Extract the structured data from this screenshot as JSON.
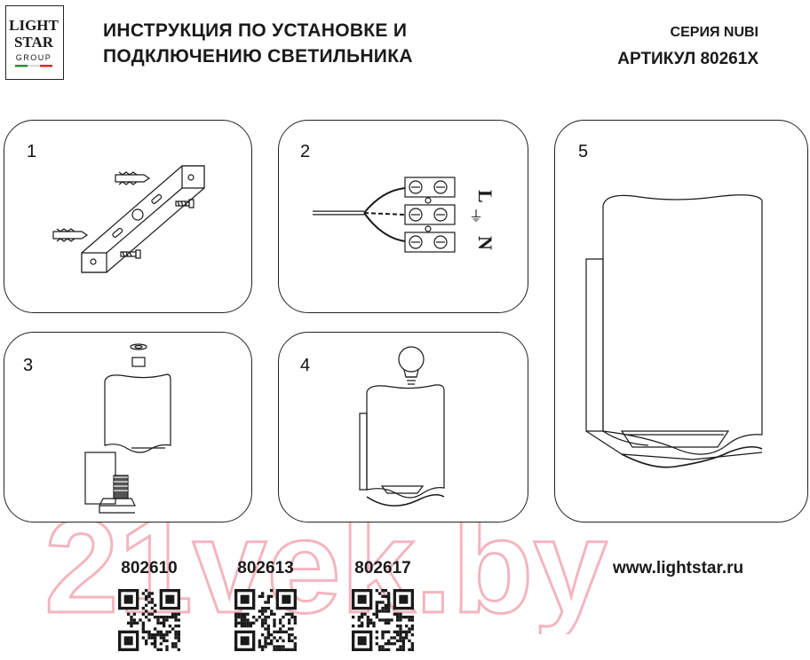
{
  "logo": {
    "line1": "LIGHT",
    "line2": "STAR",
    "line3": "GROUP"
  },
  "header": {
    "title_line1": "ИНСТРУКЦИЯ ПО УСТАНОВКЕ И",
    "title_line2": "ПОДКЛЮЧЕНИЮ СВЕТИЛЬНИКА",
    "series": "СЕРИЯ NUBI",
    "article": "АРТИКУЛ 80261X"
  },
  "steps": [
    {
      "number": "1",
      "icon": "mounting-bracket-icon"
    },
    {
      "number": "2",
      "icon": "terminal-block-icon"
    },
    {
      "number": "3",
      "icon": "shade-assembly-icon"
    },
    {
      "number": "4",
      "icon": "bulb-install-icon"
    },
    {
      "number": "5",
      "icon": "assembled-lamp-icon"
    }
  ],
  "wiring_labels": {
    "line": "L",
    "neutral": "N",
    "ground": "⏚"
  },
  "codes": [
    "802610",
    "802613",
    "802617"
  ],
  "website": "www.lightstar.ru",
  "watermark": "21vek.by",
  "colors": {
    "ink": "#1a1a1a",
    "watermark": "#f3b5bf",
    "panel_border": "#222222"
  }
}
